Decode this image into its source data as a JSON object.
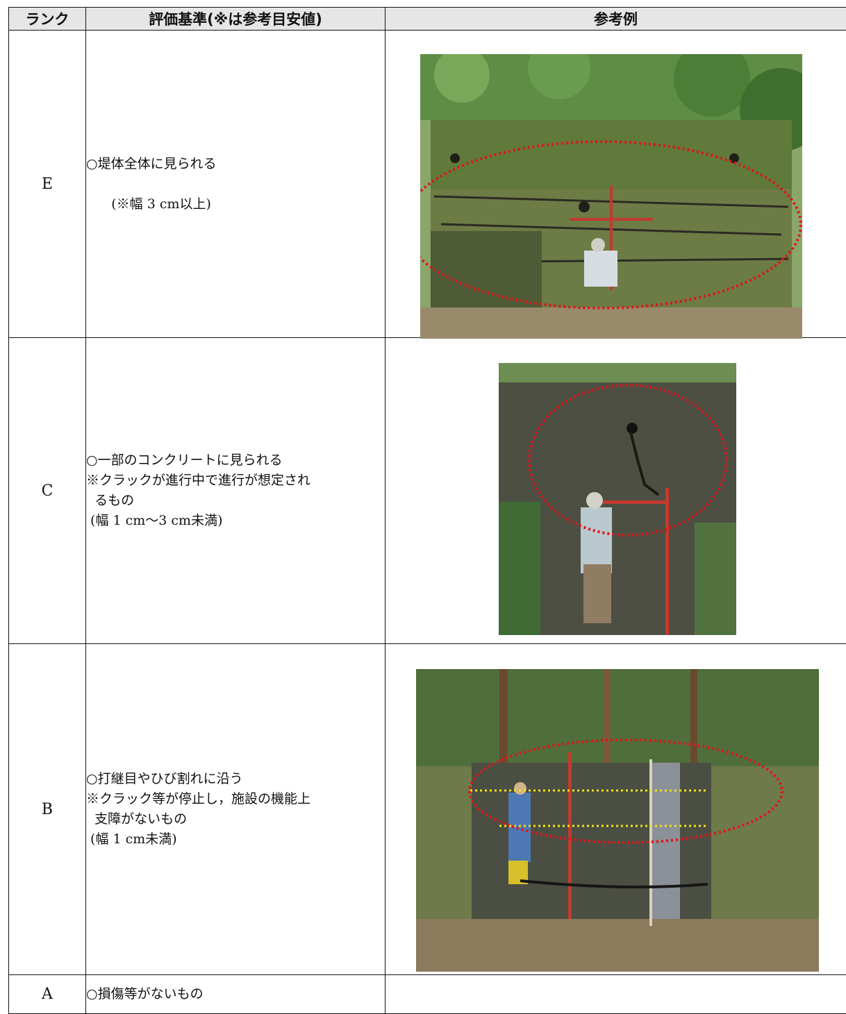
{
  "header": {
    "rank": "ランク",
    "criteria": "評価基準(※は参考目安値)",
    "example": "参考例"
  },
  "rows": [
    {
      "rank": "E",
      "criteria": [
        "○堤体全体に見られる",
        "",
        "      (※幅 3 cm以上)"
      ]
    },
    {
      "rank": "C",
      "criteria": [
        "○一部のコンクリートに見られる",
        "※クラックが進行中で進行が想定され",
        "  るもの",
        " (幅 1 cm～3 cm未満)"
      ]
    },
    {
      "rank": "B",
      "criteria": [
        "○打継目やひび割れに沿う",
        "※クラック等が停止し，施設の機能上",
        "  支障がないもの",
        " (幅 1 cm未満)"
      ]
    },
    {
      "rank": "A",
      "criteria": [
        "○損傷等がないもの"
      ]
    }
  ],
  "colors": {
    "border": "#111111",
    "header_bg": "#e6e6e6",
    "ellipse": "#e0161b",
    "guide": "#f2e21c"
  }
}
